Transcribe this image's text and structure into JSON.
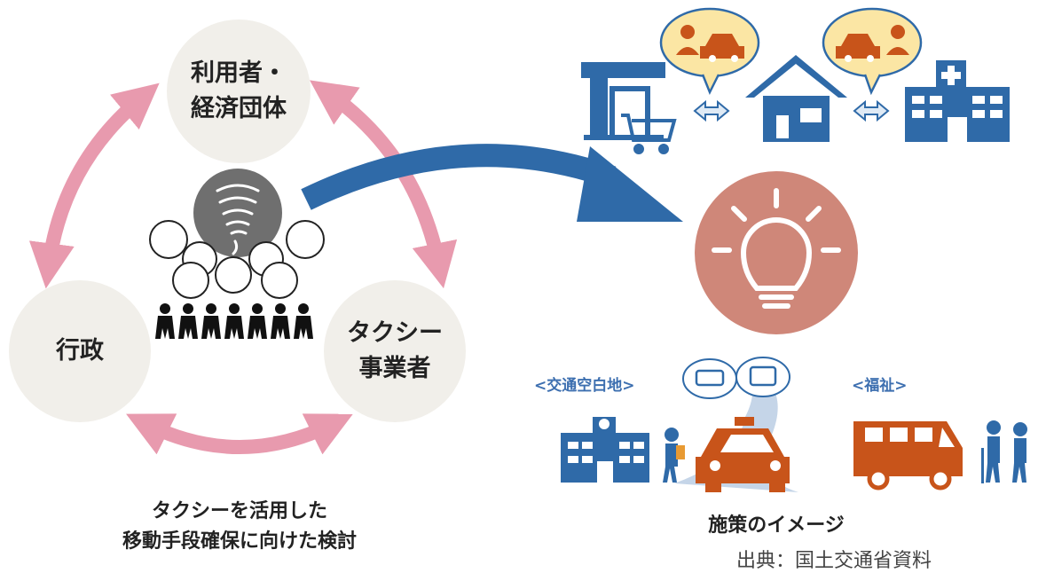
{
  "cycle": {
    "top_node": {
      "line1": "利用者・",
      "line2": "経済団体"
    },
    "left_node": {
      "label": "行政"
    },
    "right_node": {
      "line1": "タクシー",
      "line2": "事業者"
    }
  },
  "left_caption": {
    "line1": "タクシーを活用した",
    "line2": "移動手段確保に向けた検討"
  },
  "right_caption": {
    "title": "施策のイメージ",
    "source": "出典：国土交通省資料"
  },
  "scenarios": {
    "area_tag": "<交通空白地>",
    "welfare_tag": "<福祉>"
  },
  "colors": {
    "pink_arrow": "#e89aae",
    "blue": "#2f6aa8",
    "orange": "#c8541a",
    "circle_bg": "#f1efea",
    "lightbulb_bg": "#cf8779",
    "gray_swirl": "#6f6f6f"
  }
}
